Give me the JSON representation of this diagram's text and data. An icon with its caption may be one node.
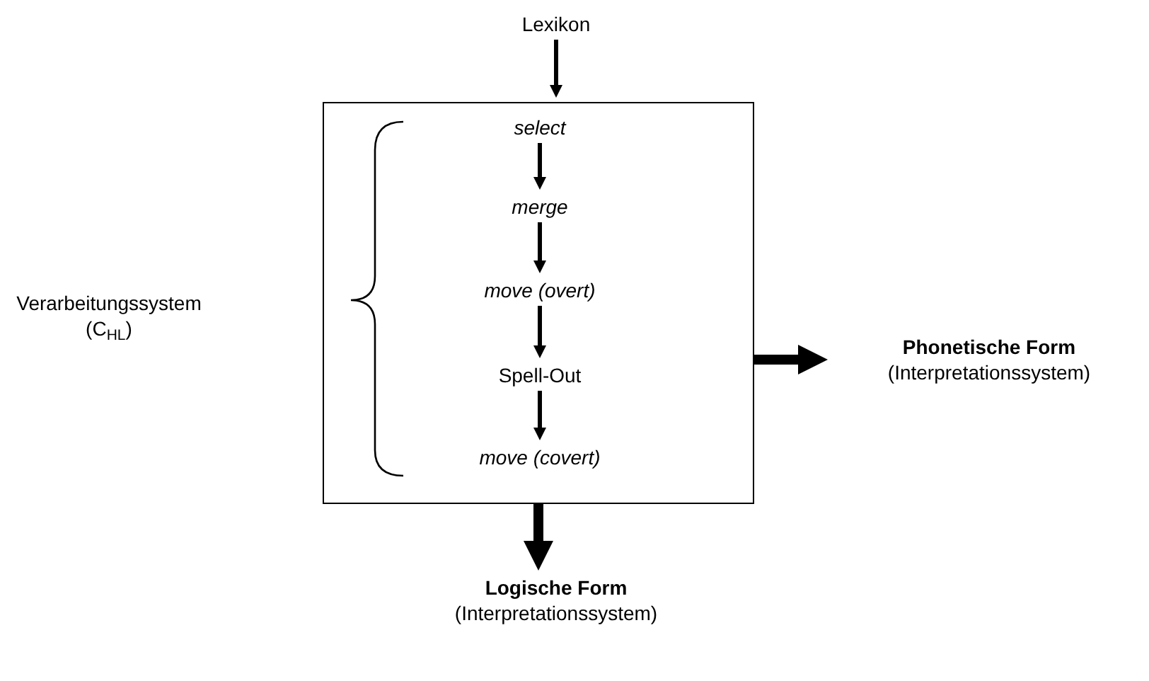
{
  "diagram": {
    "nodes": [
      {
        "text": [
          "Lexikon"
        ]
      },
      {
        "text": [],
        "shape": "box"
      },
      {
        "text": [
          "select"
        ],
        "in": 1
      },
      {
        "text": [
          "merge"
        ],
        "in": 1
      },
      {
        "text": [
          "move (overt)"
        ],
        "in": 1
      },
      {
        "text": [
          "Spell-Out"
        ],
        "in": 1
      },
      {
        "text": [
          "move (covert)"
        ],
        "in": 1
      },
      {
        "text": [
          "Phonetische Form",
          "(Interpretationssystem)"
        ]
      },
      {
        "text": [
          "Logische Form",
          "(Interpretationssystem)"
        ]
      }
    ],
    "edges": [
      {
        "from": 0,
        "to": 1,
        "arrow": "to"
      },
      {
        "from": 2,
        "to": 3,
        "arrow": "to"
      },
      {
        "from": 3,
        "to": 4,
        "arrow": "to"
      },
      {
        "from": 4,
        "to": 5,
        "arrow": "to"
      },
      {
        "from": 5,
        "to": 6,
        "arrow": "to"
      },
      {
        "from": 1,
        "to": 7,
        "arrow": "to",
        "style": "thick"
      },
      {
        "from": 1,
        "to": 8,
        "arrow": "to",
        "style": "thick"
      }
    ],
    "labels": [
      "Verarbeitungssystem (C$_{HL}$)"
    ]
  }
}
